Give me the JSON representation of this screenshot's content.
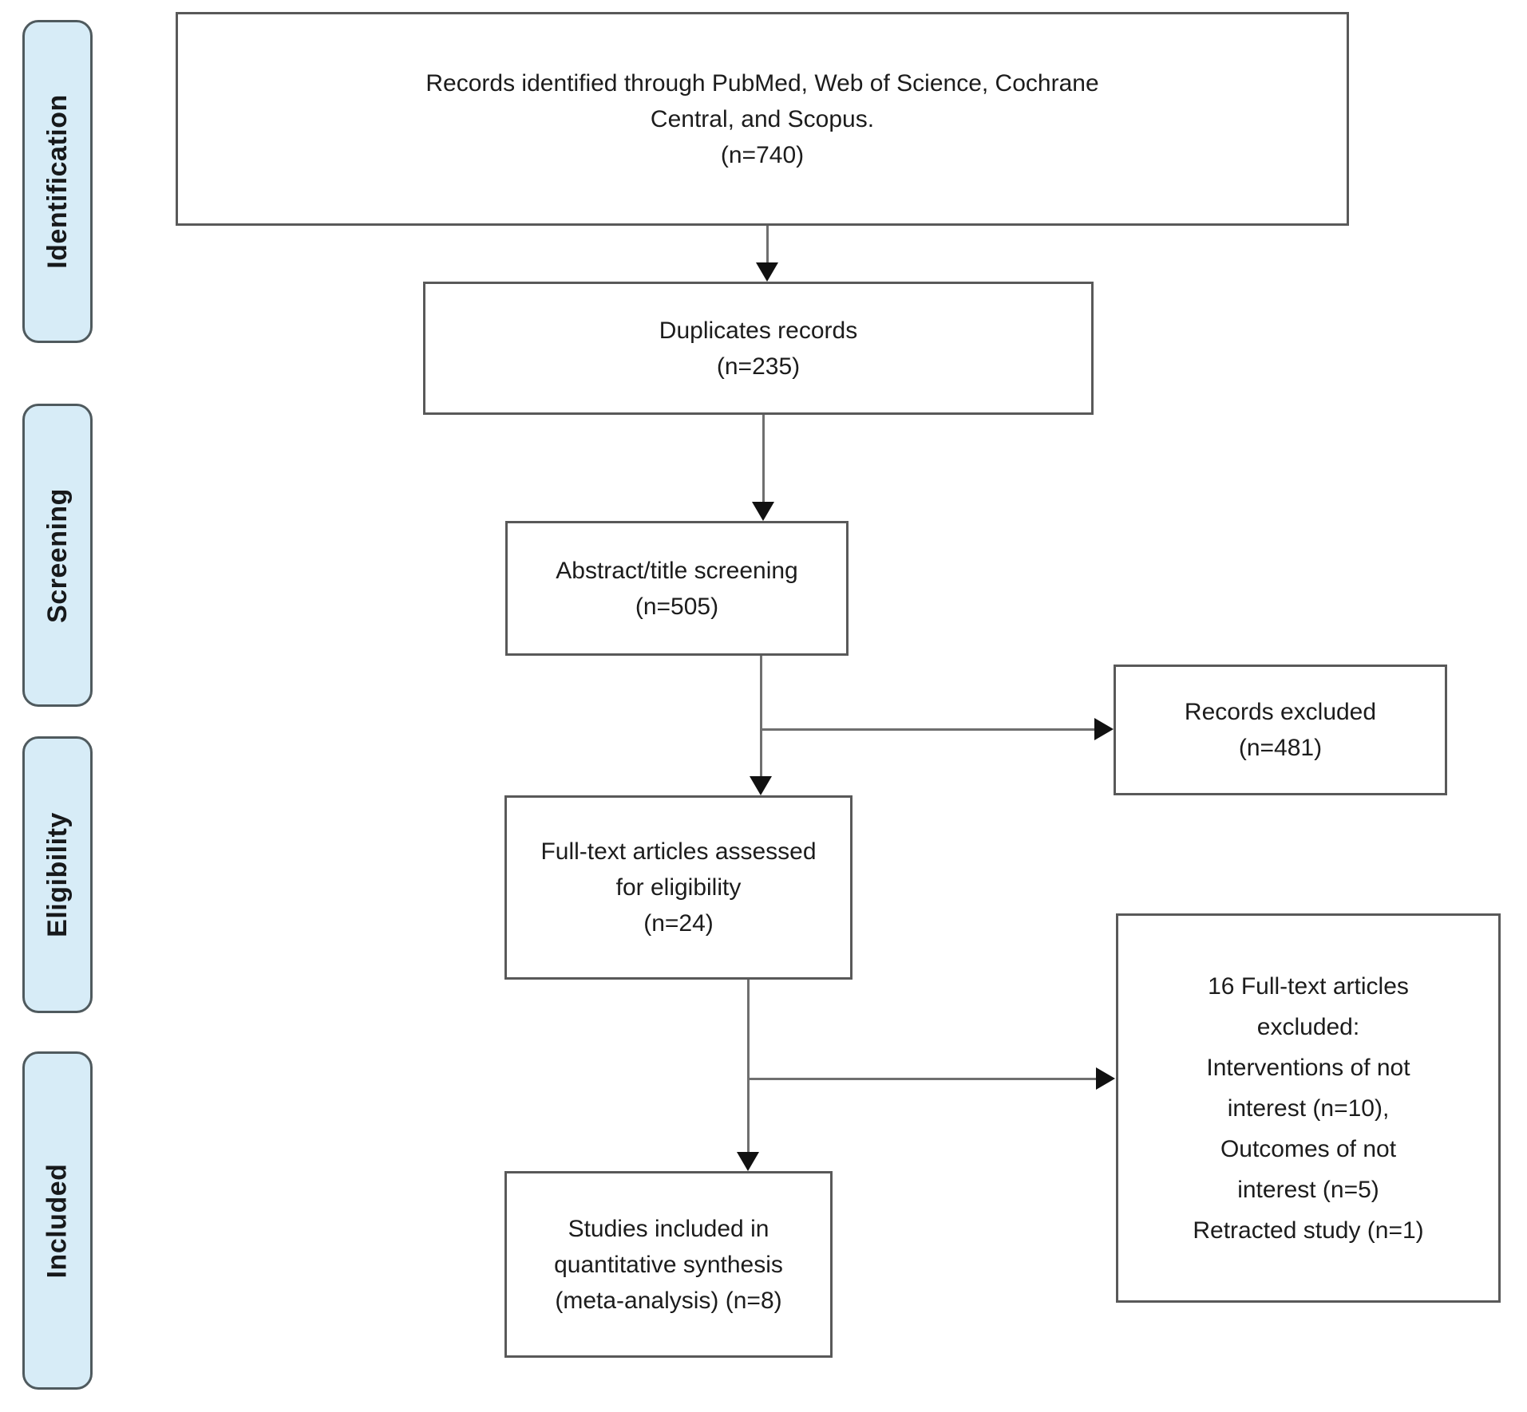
{
  "stages": [
    {
      "label": "Identification"
    },
    {
      "label": "Screening"
    },
    {
      "label": "Eligibility"
    },
    {
      "label": "Included"
    }
  ],
  "boxes": {
    "records_identified": {
      "text": "Records identified through PubMed, Web of Science, Cochrane\nCentral, and Scopus.\n(n=740)"
    },
    "duplicates": {
      "text": "Duplicates records\n(n=235)"
    },
    "abstract_screening": {
      "text": "Abstract/title screening\n(n=505)"
    },
    "records_excluded": {
      "text": "Records excluded\n(n=481)"
    },
    "fulltext_assessed": {
      "text": "Full-text articles assessed\nfor eligibility\n(n=24)"
    },
    "fulltext_excluded": {
      "text": "16 Full-text articles\nexcluded:\nInterventions of not\ninterest (n=10),\nOutcomes of not\ninterest (n=5)\nRetracted study (n=1)"
    },
    "studies_included": {
      "text": "Studies included in\nquantitative synthesis\n(meta-analysis) (n=8)"
    }
  },
  "colors": {
    "stage_fill": "#d7ecf7",
    "stage_border": "#4f5a5e",
    "box_border": "#595959",
    "connector_line": "#6f6f6f",
    "arrowhead": "#111111",
    "text": "#1c1c1c"
  }
}
